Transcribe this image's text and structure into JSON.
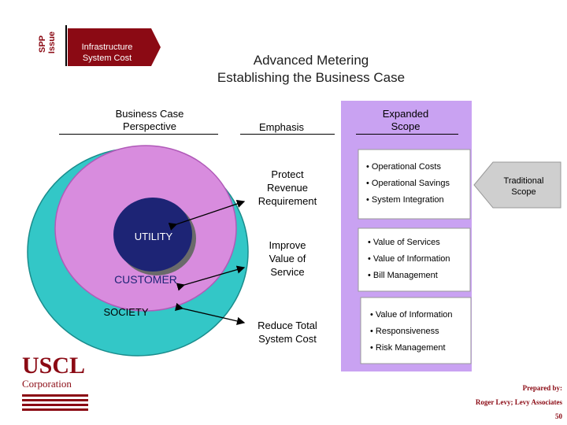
{
  "tab": {
    "line1": "SPP",
    "line2": "Issue",
    "label_line1": "Infrastructure",
    "label_line2": "System Cost"
  },
  "title": {
    "line1": "Advanced Metering",
    "line2": "Establishing the Business Case"
  },
  "headers": {
    "perspective_line1": "Business Case",
    "perspective_line2": "Perspective",
    "emphasis": "Emphasis",
    "scope_line1": "Expanded",
    "scope_line2": "Scope"
  },
  "circles": {
    "inner": "UTILITY",
    "middle": "CUSTOMER",
    "outer": "SOCIETY"
  },
  "emphasis_items": [
    {
      "l1": "Protect",
      "l2": "Revenue",
      "l3": "Requirement"
    },
    {
      "l1": "Improve",
      "l2": "Value of",
      "l3": "Service"
    },
    {
      "l1": "Reduce Total",
      "l2": "System Cost"
    }
  ],
  "scope_groups": [
    [
      "• Operational Costs",
      "• Operational Savings",
      "• System Integration"
    ],
    [
      "• Value of Services",
      "• Value of Information",
      "• Bill Management"
    ],
    [
      "• Value of Information",
      "• Responsiveness",
      "• Risk Management"
    ]
  ],
  "traditional_scope": {
    "line1": "Traditional",
    "line2": "Scope"
  },
  "logo": {
    "name": "USCL",
    "sub": "Corporation"
  },
  "footer": {
    "prepared": "Prepared by:",
    "author": "Roger Levy; Levy Associates",
    "page": "50"
  },
  "colors": {
    "maroon": "#8b0a14",
    "purple_panel": "#c9a2f2",
    "teal": "#33c7c7",
    "pink": "#d88cde",
    "navy": "#1d2475",
    "grey_tab": "#cfcfcf"
  }
}
